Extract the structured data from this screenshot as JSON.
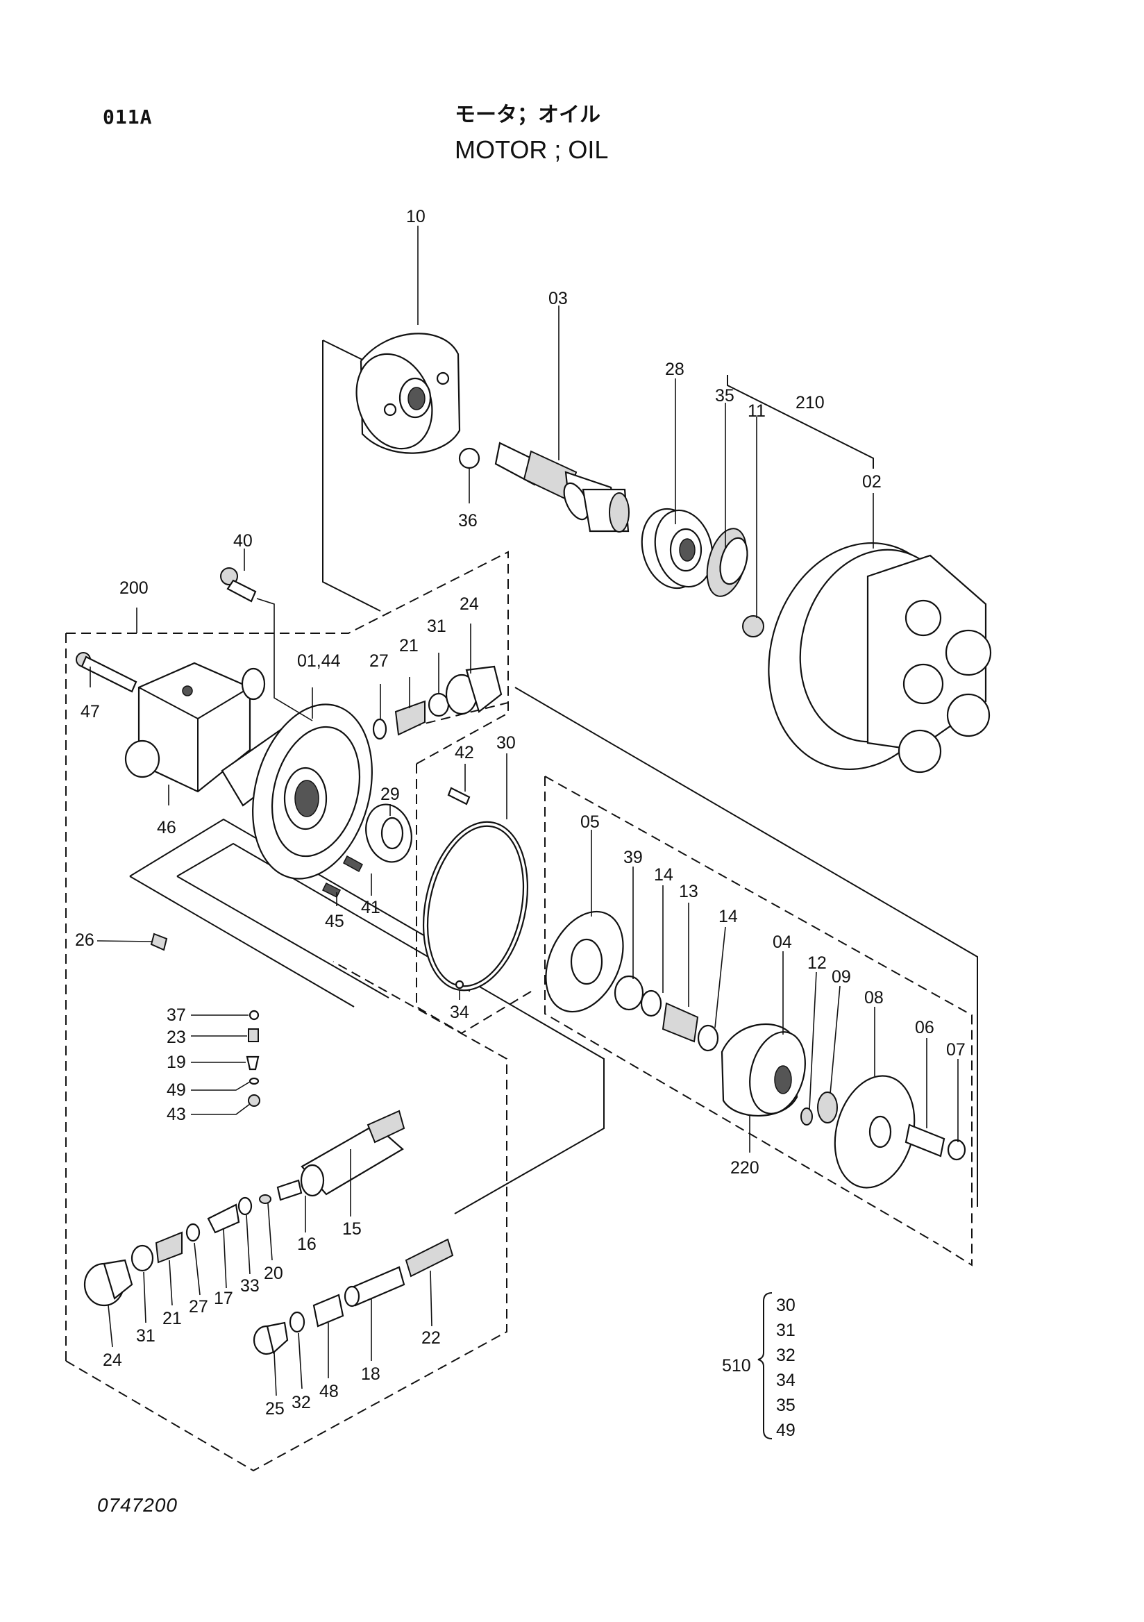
{
  "header": {
    "page_code": "011A",
    "title_jp": "モータ；オイル",
    "title_en": "MOTOR ; OIL"
  },
  "footer": {
    "document_number": "0747200"
  },
  "callouts": {
    "c10": "10",
    "c03": "03",
    "c28": "28",
    "c35": "35",
    "c11": "11",
    "c210": "210",
    "c02": "02",
    "c36": "36",
    "c40": "40",
    "c200": "200",
    "c0144": "01,44",
    "c27a": "27",
    "c21a": "21",
    "c31a": "31",
    "c24a": "24",
    "c47": "47",
    "c46": "46",
    "c42": "42",
    "c30": "30",
    "c29": "29",
    "c41": "41",
    "c45": "45",
    "c26": "26",
    "c34": "34",
    "c05": "05",
    "c39": "39",
    "c14a": "14",
    "c13": "13",
    "c14b": "14",
    "c04": "04",
    "c12": "12",
    "c09": "09",
    "c08": "08",
    "c06": "06",
    "c07": "07",
    "c220": "220",
    "c37": "37",
    "c23": "23",
    "c19": "19",
    "c49": "49",
    "c43": "43",
    "c15": "15",
    "c16": "16",
    "c20": "20",
    "c33": "33",
    "c17": "17",
    "c27b": "27",
    "c21b": "21",
    "c31b": "31",
    "c24b": "24",
    "c22": "22",
    "c18": "18",
    "c48": "48",
    "c32": "32",
    "c25": "25"
  },
  "kit": {
    "label": "510",
    "items": [
      "30",
      "31",
      "32",
      "34",
      "35",
      "49"
    ]
  }
}
